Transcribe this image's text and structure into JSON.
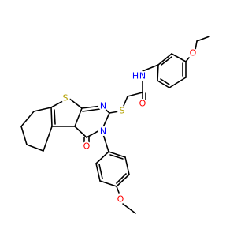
{
  "molecule": {
    "colors": {
      "bond": "#000000",
      "N": "#0000ff",
      "O": "#ff0000",
      "S": "#b3a000",
      "background": "#ffffff"
    },
    "atom_labels": {
      "thiophene_S": "S",
      "pyrimidine_N_top": "N",
      "thioether_S": "S",
      "amide_NH": "N",
      "amide_H": "H",
      "amide_O": "O",
      "ethoxy_O": "O",
      "carbonyl_O": "O",
      "ring_N": "N",
      "methoxy_O": "O"
    }
  }
}
